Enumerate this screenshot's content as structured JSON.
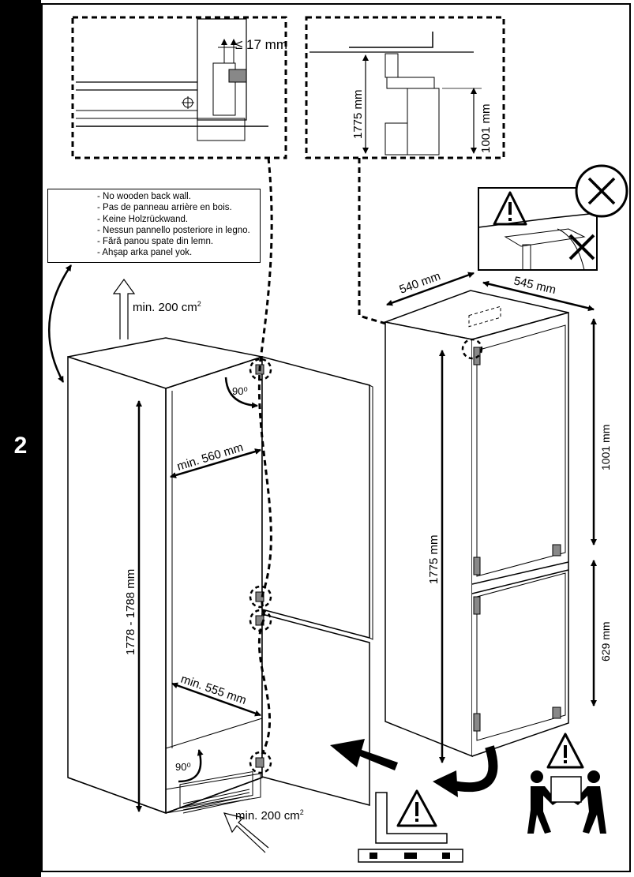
{
  "step_number": "2",
  "warning_lines": [
    "- No wooden back wall.",
    "- Pas de panneau arrière en bois.",
    "- Keine Holzrückwand.",
    "- Nessun pannello posteriore in legno.",
    "- Fără panou spate din lemn.",
    "- Ahşap arka panel yok."
  ],
  "labels": {
    "gap_17": "≤ 17 mm",
    "detail_1775": "1775 mm",
    "detail_1001": "1001 mm",
    "vent_top": "min. 200 cm",
    "vent_bottom": "min. 200 cm",
    "vent_unit_sup": "2",
    "angle_top": "90⁰",
    "angle_bottom": "90⁰",
    "width_560": "min. 560 mm",
    "width_555": "min. 555 mm",
    "niche_height": "1778 - 1788 mm",
    "width_540": "540 mm",
    "depth_545": "545 mm",
    "height_1775": "1775 mm",
    "height_1001": "1001 mm",
    "height_629": "629 mm"
  },
  "icons": [
    "warning-icon",
    "prohibited-icon",
    "two-person-lift-icon",
    "spirit-level-icon",
    "set-square-icon",
    "curved-arrow-icon"
  ],
  "colors": {
    "ink": "#000000",
    "panel": "#ffffff",
    "sidebar": "#000000"
  }
}
